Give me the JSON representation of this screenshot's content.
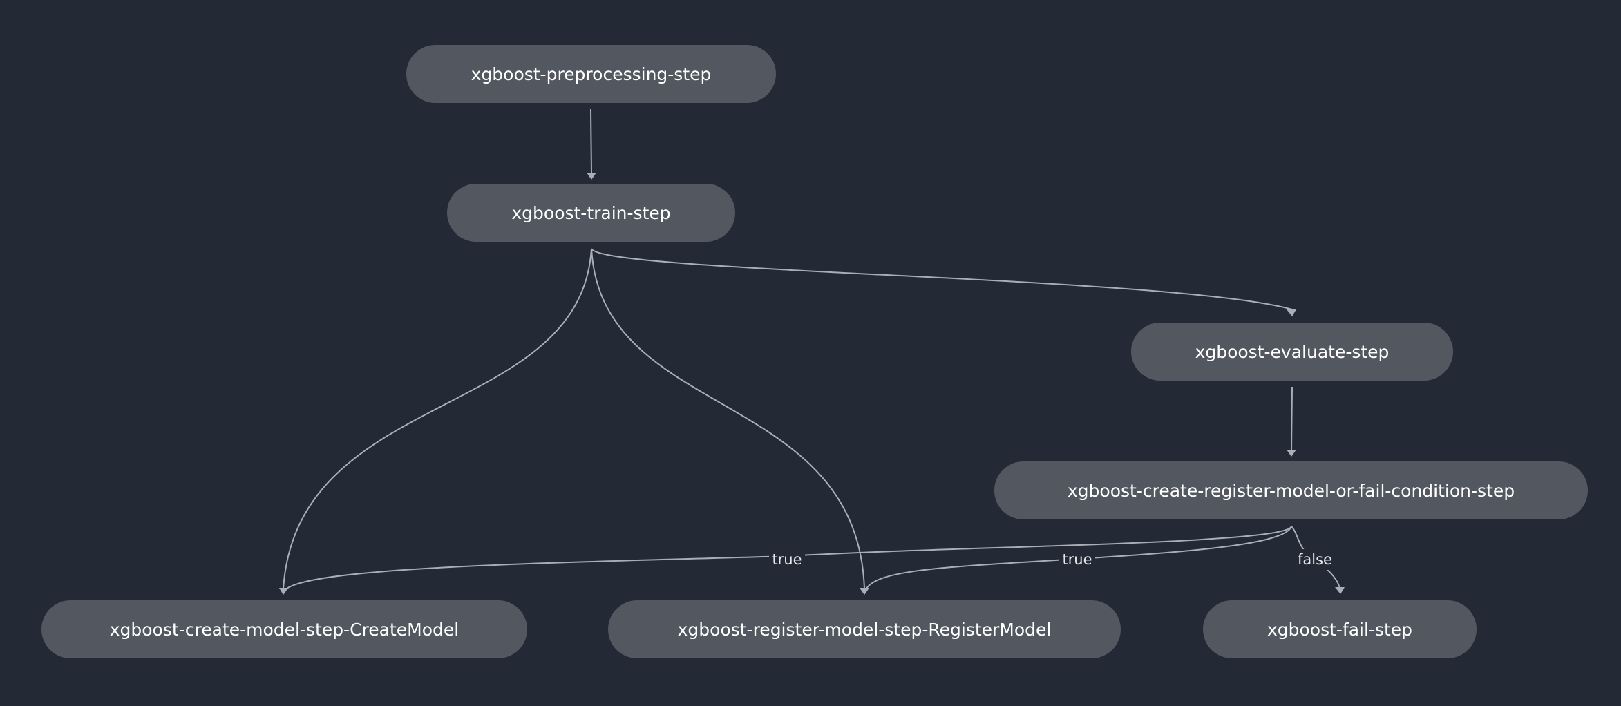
{
  "nodes": {
    "preprocessing": "xgboost-preprocessing-step",
    "train": "xgboost-train-step",
    "evaluate": "xgboost-evaluate-step",
    "condition": "xgboost-create-register-model-or-fail-condition-step",
    "create_model": "xgboost-create-model-step-CreateModel",
    "register_model": "xgboost-register-model-step-RegisterModel",
    "fail": "xgboost-fail-step"
  },
  "edges": [
    {
      "from": "preprocessing",
      "to": "train",
      "label": ""
    },
    {
      "from": "train",
      "to": "evaluate",
      "label": ""
    },
    {
      "from": "train",
      "to": "create_model",
      "label": ""
    },
    {
      "from": "train",
      "to": "register_model",
      "label": ""
    },
    {
      "from": "evaluate",
      "to": "condition",
      "label": ""
    },
    {
      "from": "condition",
      "to": "create_model",
      "label": "true"
    },
    {
      "from": "condition",
      "to": "register_model",
      "label": "true"
    },
    {
      "from": "condition",
      "to": "fail",
      "label": "false"
    }
  ],
  "edge_labels": {
    "cond_to_create": "true",
    "cond_to_register": "true",
    "cond_to_fail": "false"
  },
  "colors": {
    "background": "#232a35",
    "node_fill": "#535860",
    "node_text": "#ffffff",
    "edge": "#a9afb7"
  }
}
